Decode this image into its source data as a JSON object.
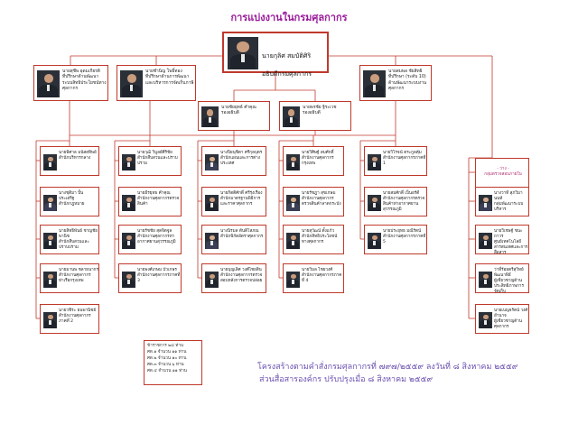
{
  "page": {
    "title": "การแบ่งงานในกรมศุลกากร"
  },
  "head": {
    "name": "นายกุลิศ  สมบัติศิริ",
    "position": "อธิบดีกรมศุลกากร"
  },
  "tier2": [
    {
      "name": "นายสุชีพ  อุดมเกียรติ",
      "position": "ที่ปรึกษาด้านพัฒนาระบบสิทธิประโยชน์ทางศุลกากร"
    },
    {
      "name": "นายชำนิญ  โพธิ์ทอง",
      "position": "ที่ปรึกษาด้านการพัฒนาและบริหารการจัดเก็บภาษี"
    },
    {
      "name": "นายชัยยุทธ์  คำคุณ",
      "position": "รองอธิบดี"
    },
    {
      "name": "นายพรชัย  ฐิระเวช",
      "position": "รองอธิบดี"
    },
    {
      "name": "นายสมพล  ชัยสิทธิ",
      "position": "ที่ปรึกษา (ระดับ 10) ด้านพัฒนาระบบงานศุลกากร"
    }
  ],
  "columns": [
    {
      "items": [
        {
          "name": "นายพิศาล  มนัสสทิพย์",
          "position": "สำนักบริหารกลาง"
        },
        {
          "name": "นางชุติมา  ปั้นประเสริฐ",
          "position": "สำนักกฎหมาย"
        },
        {
          "name": "นายสิทธิพันธ์  ชาญชัยพานิช",
          "position": "สำนักสืบสวนและปราบปราม"
        },
        {
          "name": "นายมานพ  ชลาธนากร",
          "position": "สำนักงานศุลกากรท่าเรือกรุงเทพ"
        },
        {
          "name": "นายวชิระ  ธนพานิชย์",
          "position": "สำนักงานศุลกากรภาคที่ 2"
        }
      ]
    },
    {
      "items": [
        {
          "name": "นายวุฒิ  วิบูลย์ศิริชัย",
          "position": "สำนักสืบสวนและปราบปราม"
        },
        {
          "name": "นายธีรยุทธ  คำคุณ",
          "position": "สำนักงานศุลกากรตรวจสินค้า"
        },
        {
          "name": "นายรัชชัย  สุดจิตจูล",
          "position": "สำนักงานศุลกากรท่าอากาศยานสุวรรณภูมิ"
        },
        {
          "name": "นายพงศ์เกษม  บัวเกษร",
          "position": "สำนักงานศุลกากรภาคที่ 3"
        }
      ]
    },
    {
      "items": [
        {
          "name": "นางปิยนุชิตา  ศรีกุลบุตร",
          "position": "สำนักแผนและการต่างประเทศ"
        },
        {
          "name": "นายกิตติศักดิ์  ศรีรุ่งเรือง",
          "position": "สำนักมาตรฐานพิธีการและราคาศุลกากร"
        },
        {
          "name": "นางนิรมล  ตันติโสภณ",
          "position": "สำนักพิกัดอัตราศุลกากร"
        },
        {
          "name": "นายบุญเลิศ  วงศ์ไชยสิน",
          "position": "สำนักงานศุลกากรตรวจสอบหลังการตรวจปล่อย"
        }
      ]
    },
    {
      "items": [
        {
          "name": "นายวิศิษฐ์  สมศักดิ์",
          "position": "สำนักงานศุลกากรกรุงเทพ"
        },
        {
          "name": "นายรัชฎา  สุขเกษม",
          "position": "สำนักงานศุลกากรตรวจสินค้าลาดกระบัง"
        },
        {
          "name": "นายสุวัฒน์  ตั้งแก้ว",
          "position": "สำนักสิทธิประโยชน์ทางศุลกากร"
        },
        {
          "name": "นายวิมล  ไชยวงศ์",
          "position": "สำนักงานศุลกากรภาคที่ 4"
        }
      ]
    },
    {
      "items": [
        {
          "name": "นายวิโรจน์  ตระกูลคุ้ม",
          "position": "สำนักงานศุลกากรภาคที่ 1"
        },
        {
          "name": "นายสมศักดิ์  เป็นอร์ดี",
          "position": "สำนักงานศุลกากรตรวจสินค้าท่าอากาศยานสุวรรณภูมิ"
        },
        {
          "name": "นายประยุทธ  มณีรัตน์",
          "position": "สำนักงานศุลกากรภาคที่ 5"
        }
      ]
    },
    {
      "items": [
        {
          "name": "- ว่าง -",
          "position": "กลุ่มตรวจสอบภายใน"
        },
        {
          "name": "นางวาที  สุภวิมานนท์",
          "position": "กลุ่มพัฒนาระบบบริหาร"
        },
        {
          "name": "นายวิเชษฐ์  ชนะถาวร",
          "position": "ศูนย์เทคโนโลยีสารสนเทศและการสื่อสาร"
        },
        {
          "name": "ว่าที่ร้อยตรีสุวิทย์  พัฒนาพิธี",
          "position": "ผู้เชี่ยวชาญด้านประสิทธิภาพการจัดเก็บ"
        },
        {
          "name": "นายเบญจรัตน์  วงศ์อำนาจ",
          "position": "ผู้เชี่ยวชาญด้านศุลกากร"
        }
      ]
    }
  ],
  "summary": {
    "lines": [
      "ข้าราชการ  ๒๘  ท่าน",
      "ศต.๑  จำนวน  ๑๑  ท่าน",
      "ศต.๒  จำนวน  ๑๐  ท่าน",
      "ศต.๓  จำนวน  ๖  ท่าน",
      "ศต.๔  จำนวน  ๑๑ ท่าน"
    ]
  },
  "footer": {
    "line1": "โครงสร้างตามคำสั่งกรมศุลกากรที่  ๗๙๗/๒๕๕๙ ลงวันที่  ๘  สิงหาคม  ๒๕๕๙",
    "line2": "ส่วนสื่อสารองค์กร ปรับปรุงเมื่อ  ๘  สิงหาคม  ๒๕๕๙"
  },
  "colors": {
    "line": "#c0392b",
    "title": "#9a1b9a",
    "footer": "#6a4fb0"
  }
}
